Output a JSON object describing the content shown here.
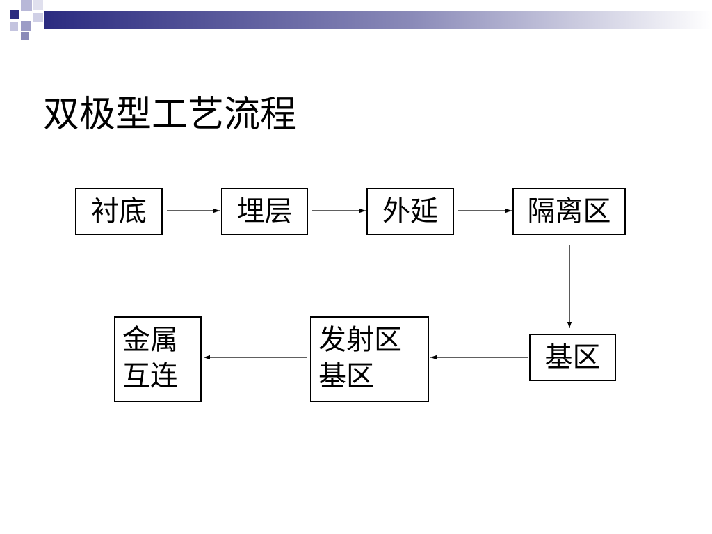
{
  "slide": {
    "title": "双极型工艺流程"
  },
  "theme": {
    "accent": "#2b2b80",
    "accent_light": "#9c9cc6",
    "line": "#000000"
  },
  "diagram": {
    "nodes": {
      "substrate": {
        "lines": [
          "衬底"
        ]
      },
      "buried_layer": {
        "lines": [
          "埋层"
        ]
      },
      "epitaxy": {
        "lines": [
          "外延"
        ]
      },
      "isolation": {
        "lines": [
          "隔离区"
        ]
      },
      "base": {
        "lines": [
          "基区"
        ]
      },
      "emitter_base": {
        "lines": [
          "发射区",
          "基区"
        ]
      },
      "metal_interconnect": {
        "lines": [
          "金属",
          "互连"
        ]
      }
    },
    "edges": [
      {
        "from": "substrate",
        "to": "buried_layer"
      },
      {
        "from": "buried_layer",
        "to": "epitaxy"
      },
      {
        "from": "epitaxy",
        "to": "isolation"
      },
      {
        "from": "isolation",
        "to": "base"
      },
      {
        "from": "base",
        "to": "emitter_base"
      },
      {
        "from": "emitter_base",
        "to": "metal_interconnect"
      }
    ]
  }
}
